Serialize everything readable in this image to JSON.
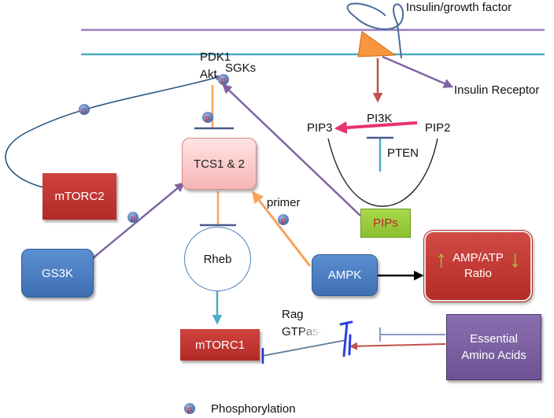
{
  "nodes": {
    "insulin_growth_factor": "Insulin/growth factor",
    "insulin_receptor": "Insulin Receptor",
    "pi3k": "PI3K",
    "pip3": "PIP3",
    "pip2": "PIP2",
    "pten": "PTEN",
    "pdk1": "PDK1",
    "akt": "Akt",
    "sgks": "SGKs",
    "tcs": "TCS1 & 2",
    "mtorc2": "mTORC2",
    "gs3k": "GS3K",
    "rheb": "Rheb",
    "primer": "primer",
    "ampk": "AMPK",
    "amp_atp_line1": "AMP/ATP",
    "amp_atp_line2": "Ratio",
    "pips": "PIPs",
    "mtorc1": "mTORC1",
    "rag": "Rag",
    "gtpases": "GTPases",
    "essential_line1": "Essential",
    "essential_line2": "Amino Acids"
  },
  "legend": {
    "symbol": "p",
    "label": "Phosphorylation"
  },
  "colors": {
    "membrane_top": "#9b7fc0",
    "membrane_bottom": "#4bacc6",
    "receptor": "#f7963c",
    "activation_orange": "#f7a35c",
    "activation_purple": "#8064a2",
    "inhibition_pink": "#e8336b",
    "red_box": "#c0352f",
    "blue_box": "#4f81bd",
    "green_box": "#9acd32",
    "essential_box": "#8064a2"
  }
}
